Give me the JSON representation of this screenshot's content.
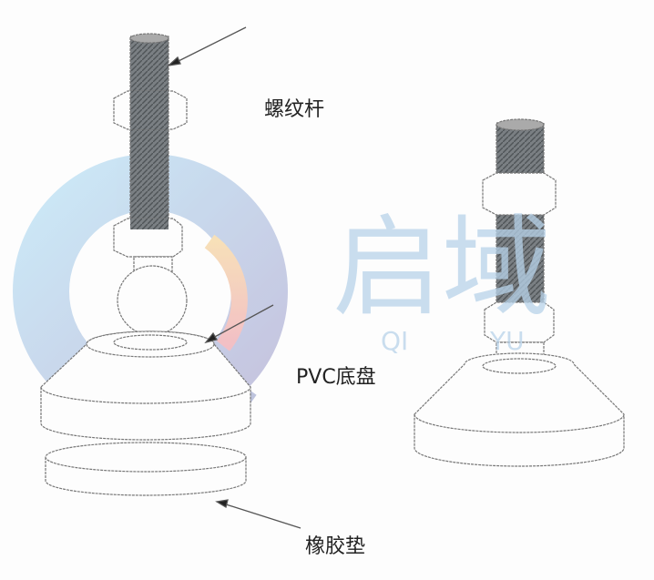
{
  "labels": {
    "threaded_rod": "螺纹杆",
    "pvc_base": "PVC底盘",
    "rubber_pad": "橡胶垫"
  },
  "watermark": {
    "brand_cn": "启域",
    "brand_en_1": "QI",
    "brand_en_2": "YU",
    "color": "#b8d3ea"
  },
  "colors": {
    "line": "#777777",
    "thread": "#6f7478"
  }
}
